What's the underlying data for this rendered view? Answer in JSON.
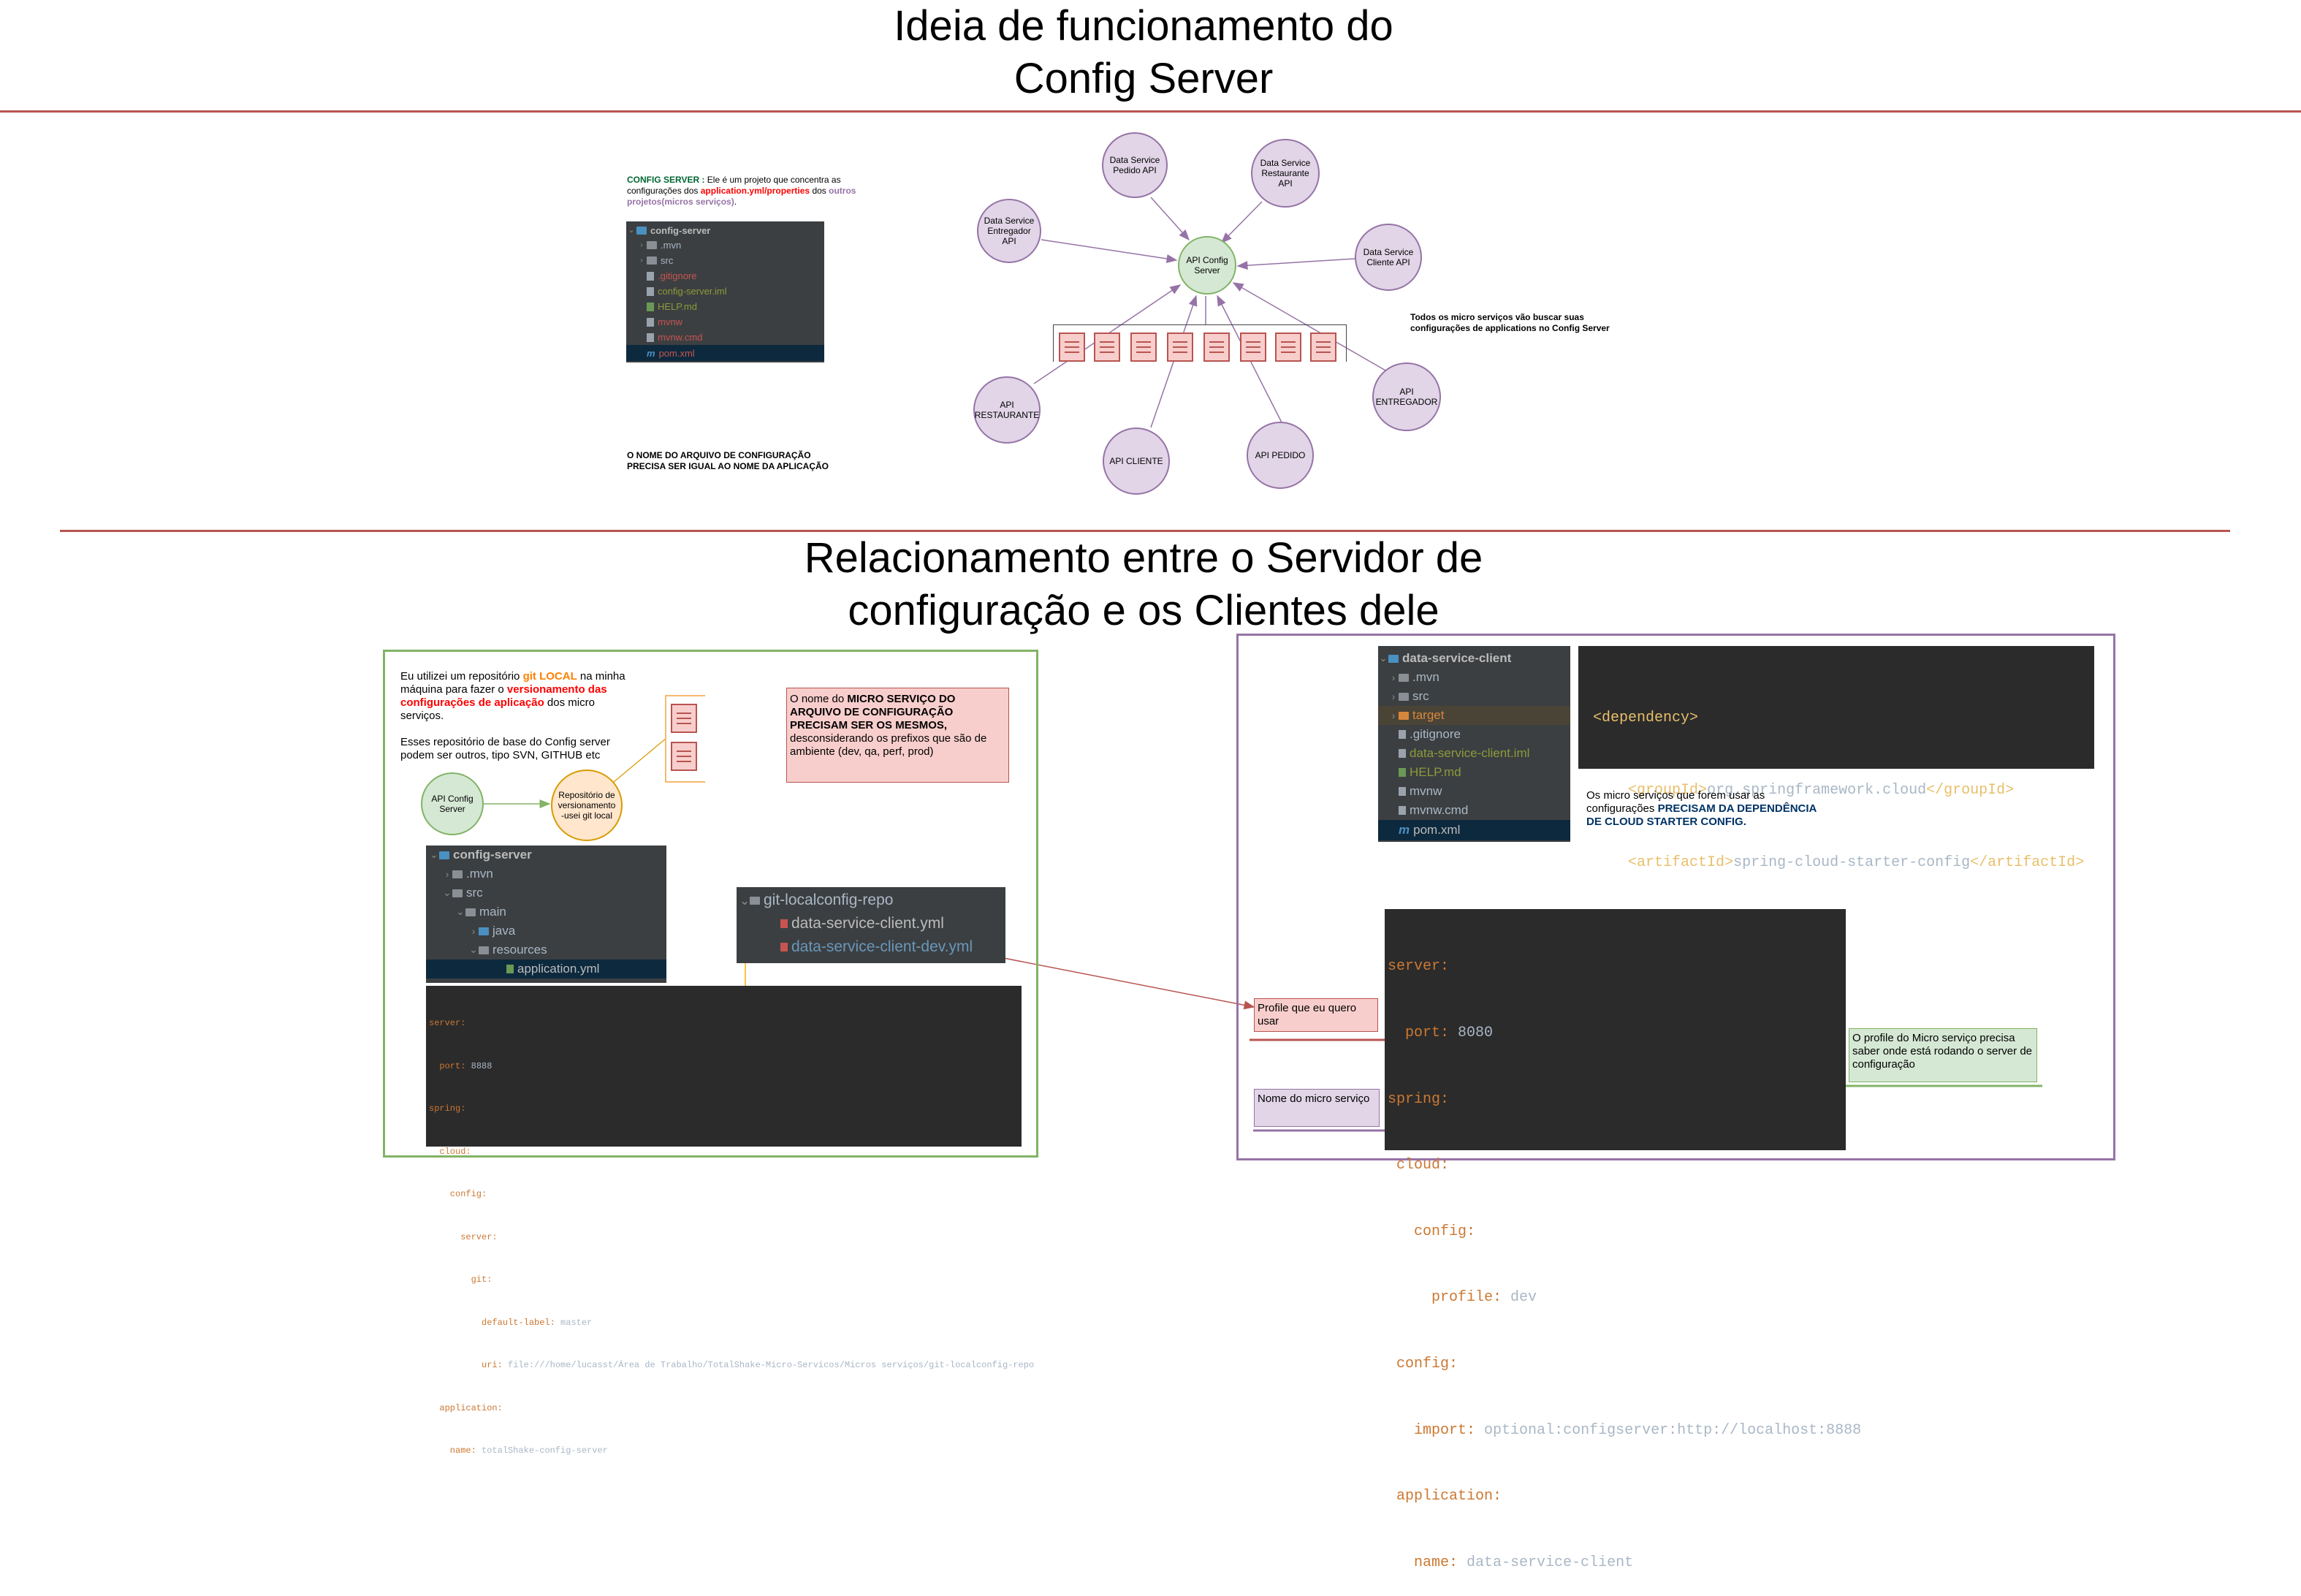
{
  "section1": {
    "title_line1": "Ideia de funcionamento do",
    "title_line2": "Config Server"
  },
  "section2": {
    "title_line1": "Relacionamento entre o Servidor de",
    "title_line2": "configuração e os Clientes dele"
  },
  "config_server_note": {
    "label": "CONFIG SERVER :",
    "text1": " Ele é um projeto que concentra as configurações dos ",
    "highlight1": "application.yml/properties",
    "text2": " dos ",
    "highlight2": "outros projetos(micros serviços)",
    "text3": "."
  },
  "tree1": {
    "root": "config-server",
    "items": [
      ".mvn",
      "src",
      ".gitignore",
      "config-server.iml",
      "HELP.md",
      "mvnw",
      "mvnw.cmd",
      "pom.xml"
    ]
  },
  "filename_note": "O NOME DO ARQUIVO DE CONFIGURAÇÃO PRECISA SER IGUAL AO NOME DA APLICAÇÃO",
  "diagram": {
    "center": "API Config Server",
    "clients_top": [
      "Data Service Entregador API",
      "Data Service Pedido API",
      "Data Service Restaurante API",
      "Data Service Cliente API"
    ],
    "clients_bottom": [
      "API RESTAURANTE",
      "API CLIENTE",
      "API PEDIDO",
      "API ENTREGADOR"
    ],
    "note": "Todos os micro serviços vão buscar suas configurações de applications no Config Server"
  },
  "git_note": {
    "p1a": "Eu utilizei um repositório ",
    "p1b": "git LOCAL",
    "p1c": " na minha máquina para fazer o ",
    "p1d": "versionamento das configurações de aplicação",
    "p1e": " dos micro serviços.",
    "p2": "Esses repositório de base do Config server podem ser outros, tipo SVN, GITHUB etc"
  },
  "small_diagram": {
    "config_server": "API Config Server",
    "repo": "Repositório de versionamento -usei git local"
  },
  "microservice_name_note": {
    "p1": "O nome do ",
    "p2": "MICRO SERVIÇO DO ARQUIVO DE CONFIGURAÇÃO PRECISAM SER OS MESMOS,",
    "p3": " desconsiderando os prefixos que são de ambiente (dev, qa, perf, prod)"
  },
  "tree2": {
    "root": "config-server",
    "items": [
      ".mvn",
      "src",
      "main",
      "java",
      "resources",
      "application.yml"
    ]
  },
  "server_yaml": [
    {
      "k": "server",
      "v": ""
    },
    {
      "k": "  port",
      "v": " 8888"
    },
    {
      "k": "spring",
      "v": ""
    },
    {
      "k": "  cloud",
      "v": ""
    },
    {
      "k": "    config",
      "v": ""
    },
    {
      "k": "      server",
      "v": ""
    },
    {
      "k": "        git",
      "v": ""
    },
    {
      "k": "          default-label",
      "v": " master"
    },
    {
      "k": "          uri",
      "v": " file:///home/lucasst/Área de Trabalho/TotalShake-Micro-Servicos/Micros serviços/git-localconfig-repo"
    },
    {
      "k": "  application",
      "v": ""
    },
    {
      "k": "    name",
      "v": " totalShake-config-server"
    }
  ],
  "git_repo": {
    "folder": "git-localconfig-repo",
    "files": [
      "data-service-client.yml",
      "data-service-client-dev.yml"
    ]
  },
  "tree3": {
    "root": "data-service-client",
    "items": [
      ".mvn",
      "src",
      "target",
      ".gitignore",
      "data-service-client.iml",
      "HELP.md",
      "mvnw",
      "mvnw.cmd",
      "pom.xml"
    ]
  },
  "dependency": {
    "open": "dependency",
    "group_tag": "groupId",
    "group_val": "org.springframework.cloud",
    "artifact_tag": "artifactId",
    "artifact_val": "spring-cloud-starter-config"
  },
  "dependency_note": {
    "p1": "Os micro serviços que forem usar as configurações ",
    "p2": "PRECISAM DA DEPENDÊNCIA DE CLOUD STARTER CONFIG."
  },
  "client_yaml": [
    {
      "k": "server",
      "v": ""
    },
    {
      "k": "  port",
      "v": " 8080"
    },
    {
      "k": "spring",
      "v": ""
    },
    {
      "k": " cloud",
      "v": ""
    },
    {
      "k": "   config",
      "v": ""
    },
    {
      "k": "     profile",
      "v": " dev"
    },
    {
      "k": " config",
      "v": ""
    },
    {
      "k": "   import",
      "v": " optional:configserver:http://localhost:8888"
    },
    {
      "k": " application",
      "v": ""
    },
    {
      "k": "   name",
      "v": " data-service-client"
    }
  ],
  "labels": {
    "profile": "Profile que eu quero usar",
    "name": "Nome do micro serviço",
    "profile_note": "O profile do Micro serviço precisa saber onde está rodando o server de configuração"
  },
  "colors": {
    "divider": "#b85450",
    "circle_fill": "#e1d5e7",
    "circle_stroke": "#9673a6",
    "green_box": "#82b366",
    "purple_box": "#9673a6",
    "ide_bg": "#3c3f41",
    "code_bg": "#2b2b2b"
  }
}
